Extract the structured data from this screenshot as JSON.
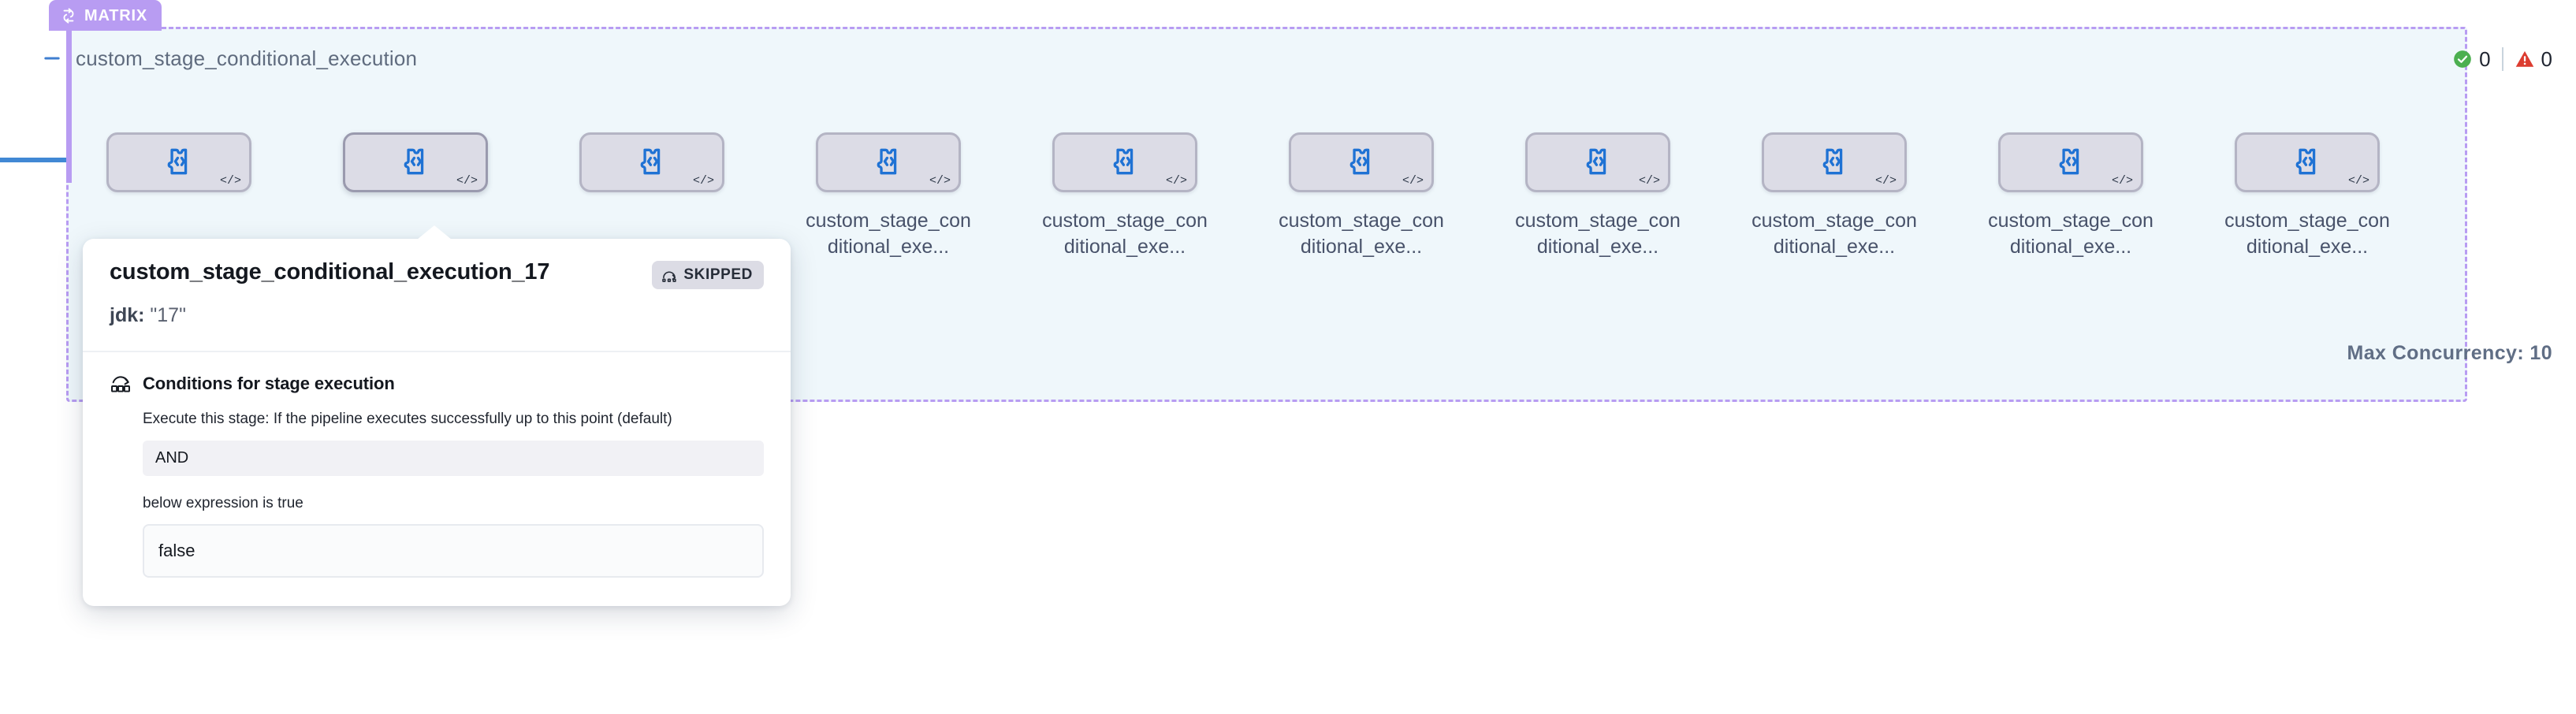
{
  "matrix": {
    "badge_label": "MATRIX",
    "badge_icon": "loop-icon",
    "badge_color": "#b89cf2",
    "group_title": "custom_stage_conditional_execution",
    "collapse_icon": "minus-icon",
    "max_concurrency": "Max Concurrency: 10",
    "counters": {
      "success_icon": "check-circle-icon",
      "success_count": "0",
      "warning_icon": "warning-triangle-icon",
      "warning_count": "0",
      "success_color": "#4caf50",
      "warning_color": "#dc3c30"
    }
  },
  "nodes": [
    {
      "icon": "plugin-code-icon",
      "badge": "</>",
      "label": "",
      "selected": false
    },
    {
      "icon": "plugin-code-icon",
      "badge": "</>",
      "label": "",
      "selected": true
    },
    {
      "icon": "plugin-code-icon",
      "badge": "</>",
      "label": "",
      "selected": false
    },
    {
      "icon": "plugin-code-icon",
      "badge": "</>",
      "label": "custom_stage_conditional_exe...",
      "selected": false
    },
    {
      "icon": "plugin-code-icon",
      "badge": "</>",
      "label": "custom_stage_conditional_exe...",
      "selected": false
    },
    {
      "icon": "plugin-code-icon",
      "badge": "</>",
      "label": "custom_stage_conditional_exe...",
      "selected": false
    },
    {
      "icon": "plugin-code-icon",
      "badge": "</>",
      "label": "custom_stage_conditional_exe...",
      "selected": false
    },
    {
      "icon": "plugin-code-icon",
      "badge": "</>",
      "label": "custom_stage_conditional_exe...",
      "selected": false
    },
    {
      "icon": "plugin-code-icon",
      "badge": "</>",
      "label": "custom_stage_conditional_exe...",
      "selected": false
    },
    {
      "icon": "plugin-code-icon",
      "badge": "</>",
      "label": "custom_stage_conditional_exe...",
      "selected": false
    }
  ],
  "popover": {
    "title": "custom_stage_conditional_execution_17",
    "status_badge": "SKIPPED",
    "status_icon": "skip-icon",
    "param_key": "jdk:",
    "param_value": "\"17\"",
    "conditions": {
      "icon": "conditions-icon",
      "heading": "Conditions for stage execution",
      "line1": "Execute this stage: If the pipeline executes successfully up to this point (default)",
      "operator": "AND",
      "line2": "below expression is true",
      "expression": "false"
    }
  }
}
